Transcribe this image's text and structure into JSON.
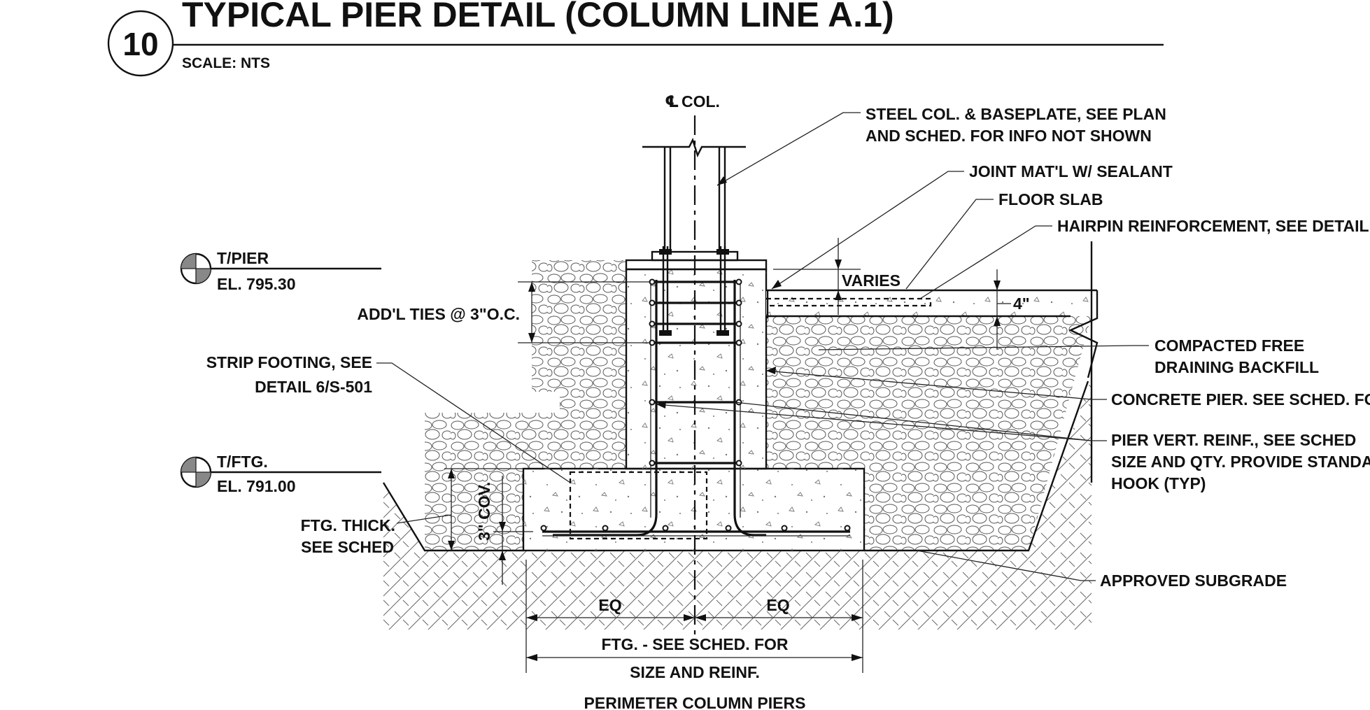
{
  "detail": {
    "number": "10",
    "title": "TYPICAL PIER DETAIL (COLUMN LINE A.1)",
    "scale": "SCALE:  NTS"
  },
  "elevations": [
    {
      "name": "T/PIER",
      "value": "EL. 795.30"
    },
    {
      "name": "T/FTG.",
      "value": "EL. 791.00"
    }
  ],
  "labels": {
    "col_center": "COL.",
    "centerline_symbol": "℄",
    "steel_col_1": "STEEL COL. & BASEPLATE, SEE PLAN",
    "steel_col_2": "AND SCHED. FOR INFO NOT SHOWN",
    "joint": "JOINT MAT'L W/ SEALANT",
    "floor_slab": "FLOOR SLAB",
    "hairpin": "HAIRPIN REINFORCEMENT, SEE DETAIL",
    "varies": "VARIES",
    "slab_thk": "4\"",
    "ties": "ADD'L TIES @ 3\"O.C.",
    "strip_1": "STRIP FOOTING, SEE",
    "strip_2": "DETAIL 6/S-501",
    "backfill_1": "COMPACTED FREE",
    "backfill_2": "DRAINING BACKFILL",
    "pier": "CONCRETE PIER. SEE SCHED. FOR",
    "vert_1": "PIER VERT. REINF., SEE SCHED",
    "vert_2": "SIZE AND QTY. PROVIDE STANDARD",
    "vert_3": "HOOK (TYP)",
    "cov": "3\" COV.",
    "ftg_thick_1": "FTG. THICK.",
    "ftg_thick_2": "SEE SCHED",
    "subgrade": "APPROVED SUBGRADE",
    "eq_left": "EQ",
    "eq_right": "EQ",
    "ftg_1": "FTG. - SEE SCHED. FOR",
    "ftg_2": "SIZE AND REINF.",
    "caption": "PERIMETER COLUMN PIERS"
  },
  "colors": {
    "ink": "#111111",
    "hatch": "#555555",
    "paper": "#ffffff"
  }
}
